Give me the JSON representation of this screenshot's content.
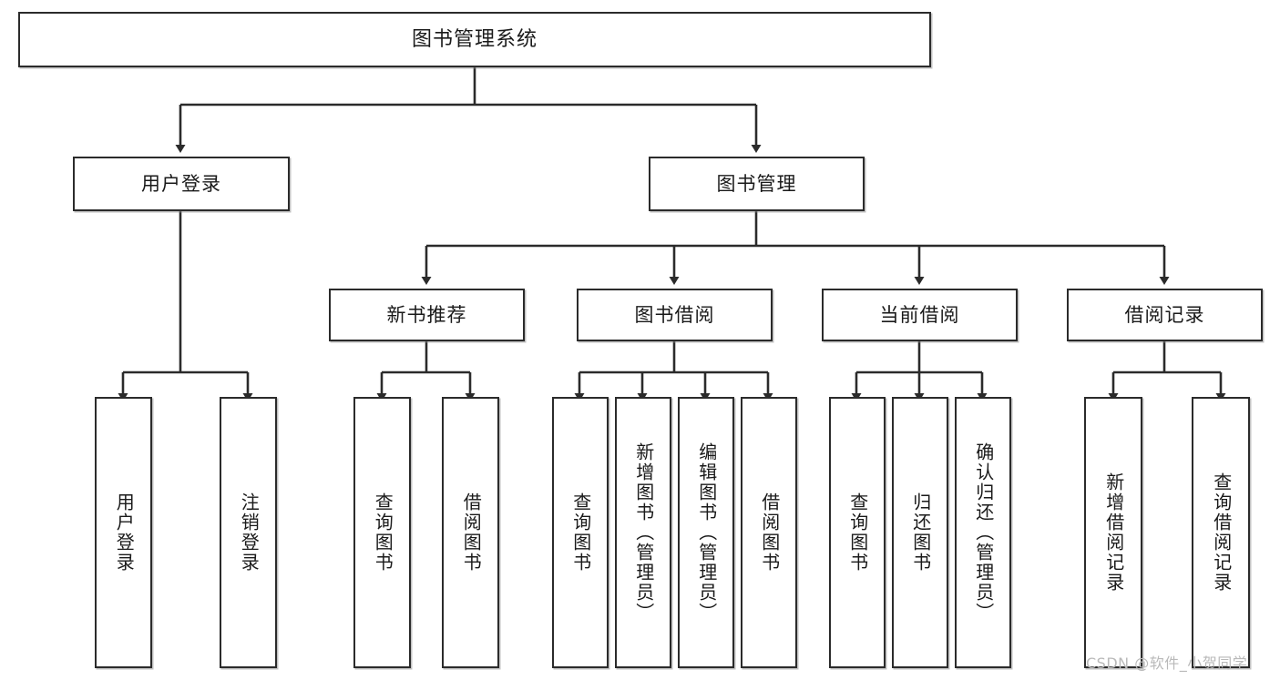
{
  "diagram": {
    "type": "tree",
    "title": "图书管理系统",
    "root": {
      "label": "图书管理系统"
    },
    "level1": [
      {
        "label": "用户登录"
      },
      {
        "label": "图书管理"
      }
    ],
    "level2": [
      {
        "label": "新书推荐"
      },
      {
        "label": "图书借阅"
      },
      {
        "label": "当前借阅"
      },
      {
        "label": "借阅记录"
      }
    ],
    "leaves": {
      "user_login": [
        {
          "label": "用户登录"
        },
        {
          "label": "注销登录"
        }
      ],
      "new_book_recommend": [
        {
          "label": "查询图书"
        },
        {
          "label": "借阅图书"
        }
      ],
      "book_borrow": [
        {
          "label": "查询图书"
        },
        {
          "label": "新增图书（管理员）"
        },
        {
          "label": "编辑图书（管理员）"
        },
        {
          "label": "借阅图书"
        }
      ],
      "current_borrow": [
        {
          "label": "查询图书"
        },
        {
          "label": "归还图书"
        },
        {
          "label": "确认归还（管理员）"
        }
      ],
      "borrow_record": [
        {
          "label": "新增借阅记录"
        },
        {
          "label": "查询借阅记录"
        }
      ]
    }
  },
  "watermark": {
    "text": "CSDN @软件_小贺同学"
  },
  "colors": {
    "stroke": "#2b2b2b",
    "background": "#ffffff",
    "text": "#1a1a1a",
    "watermark": "#b9b9b9"
  }
}
